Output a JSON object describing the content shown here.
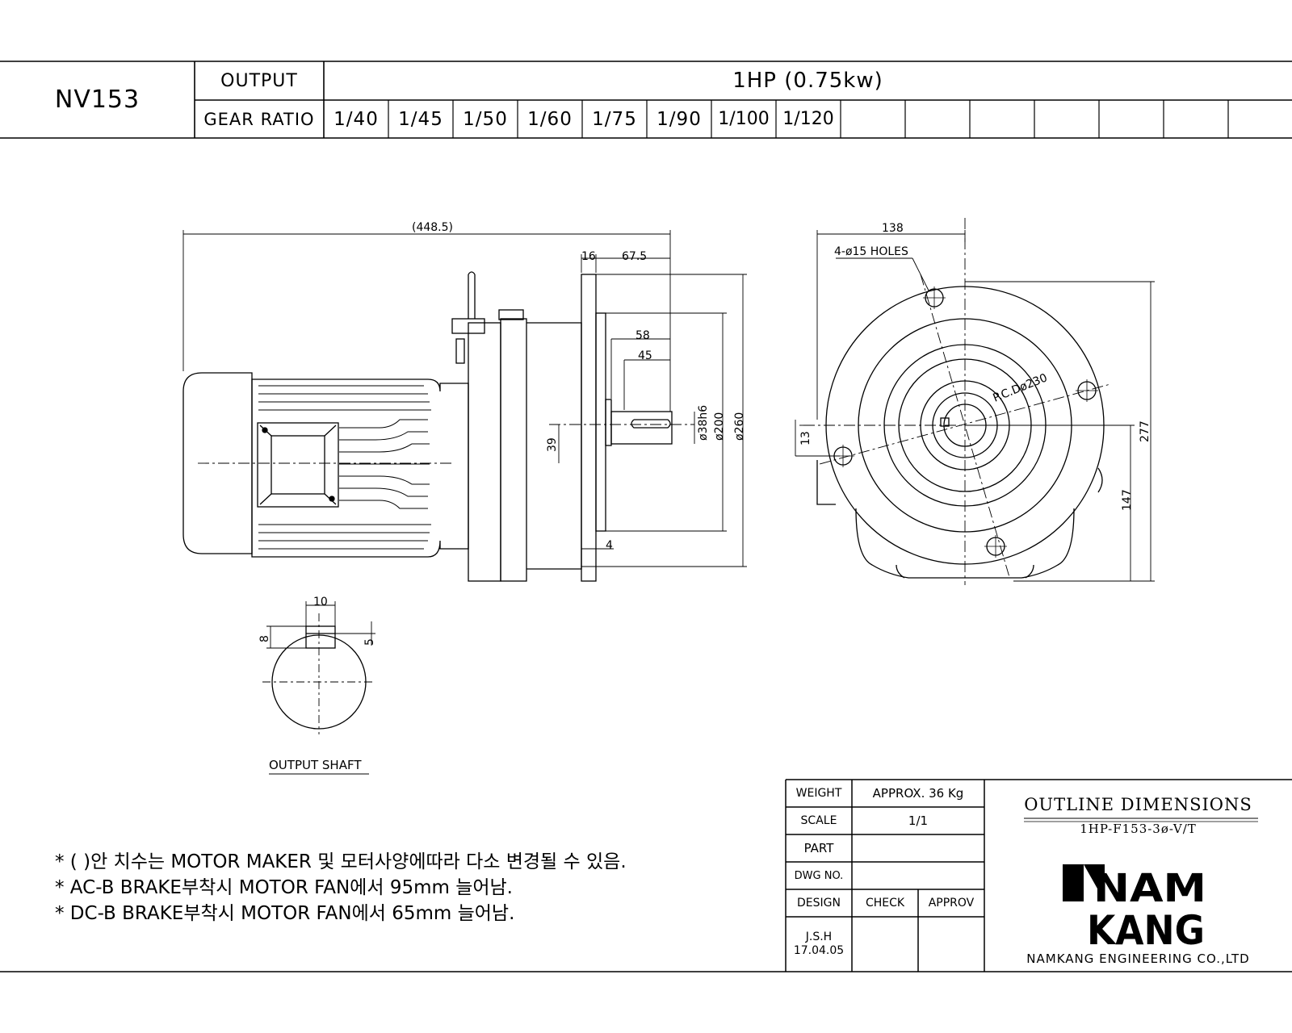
{
  "header": {
    "model": "NV153",
    "output_label": "OUTPUT",
    "output_value": "1HP (0.75kw)",
    "gear_ratio_label": "GEAR RATIO",
    "gear_ratios": [
      "1/40",
      "1/45",
      "1/50",
      "1/60",
      "1/75",
      "1/90",
      "1/100",
      "1/120"
    ]
  },
  "dimensions": {
    "overall_length": "(448.5)",
    "flange_thickness": "16",
    "shaft_length": "67.5",
    "key_length": "58",
    "key_width_len": "45",
    "center_height": "39",
    "shaft_dia": "ø38h6",
    "pilot_dia": "ø200",
    "flange_dia": "ø260",
    "pilot_depth": "4",
    "width": "138",
    "holes": "4-ø15 HOLES",
    "pcd": "P.C.Dø230",
    "offset": "13",
    "height": "277",
    "lower_height": "147"
  },
  "shaft_detail": {
    "key_width": "10",
    "key_depth_shaft": "8",
    "key_depth_hub": "5",
    "label": "OUTPUT SHAFT"
  },
  "notes": [
    "* (  )안 치수는 MOTOR MAKER 및 모터사양에따라 다소 변경될 수 있음.",
    "* AC-B BRAKE부착시 MOTOR FAN에서 95mm 늘어남.",
    "* DC-B BRAKE부착시 MOTOR FAN에서 65mm 늘어남."
  ],
  "title_block": {
    "weight_label": "WEIGHT",
    "weight_value": "APPROX. 36 Kg",
    "scale_label": "SCALE",
    "scale_value": "1/1",
    "part_label": "PART",
    "dwg_label": "DWG NO.",
    "design_label": "DESIGN",
    "check_label": "CHECK",
    "approv_label": "APPROV",
    "designer": "J.S.H",
    "date": "17.04.05",
    "title": "OUTLINE DIMENSIONS",
    "drawing_code": "1HP-F153-3ø-V/T",
    "logo_top": "NAM",
    "logo_bottom": "KANG",
    "company": "NAMKANG ENGINEERING CO.,LTD"
  }
}
